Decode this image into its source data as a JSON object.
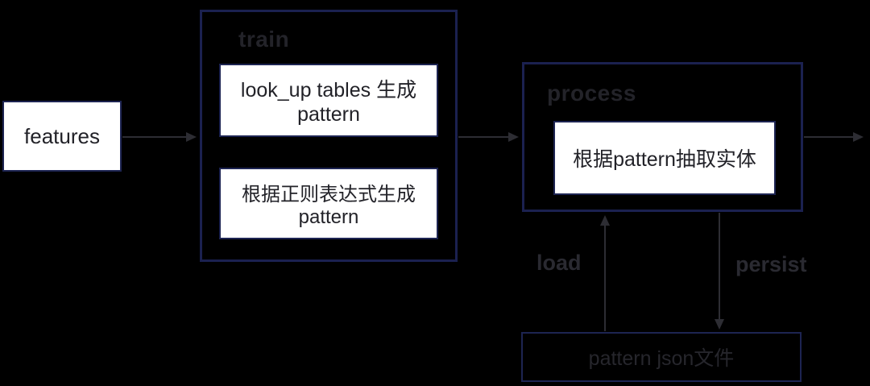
{
  "diagram": {
    "title": "pattern-based entity extraction pipeline",
    "colors": {
      "background": "#000000",
      "box_border_navy": "#1d2452",
      "white_node_fill": "#ffffff",
      "dark_text_on_white": "#222228",
      "dim_label_on_black": "#2a2a31",
      "arrow": "#2d2d33"
    },
    "nodes": {
      "features": {
        "label": "features"
      },
      "train": {
        "label": "train",
        "items": [
          {
            "label": "look_up tables 生成pattern"
          },
          {
            "label": "根据正则表达式生成pattern"
          }
        ]
      },
      "process": {
        "label": "process",
        "items": [
          {
            "label": "根据pattern抽取实体"
          }
        ]
      },
      "pattern_json": {
        "label": "pattern json文件"
      }
    },
    "edges": {
      "features_to_train": {
        "label": ""
      },
      "train_to_process": {
        "label": ""
      },
      "process_to_out": {
        "label": ""
      },
      "load": {
        "label": "load"
      },
      "persist": {
        "label": "persist"
      }
    }
  }
}
